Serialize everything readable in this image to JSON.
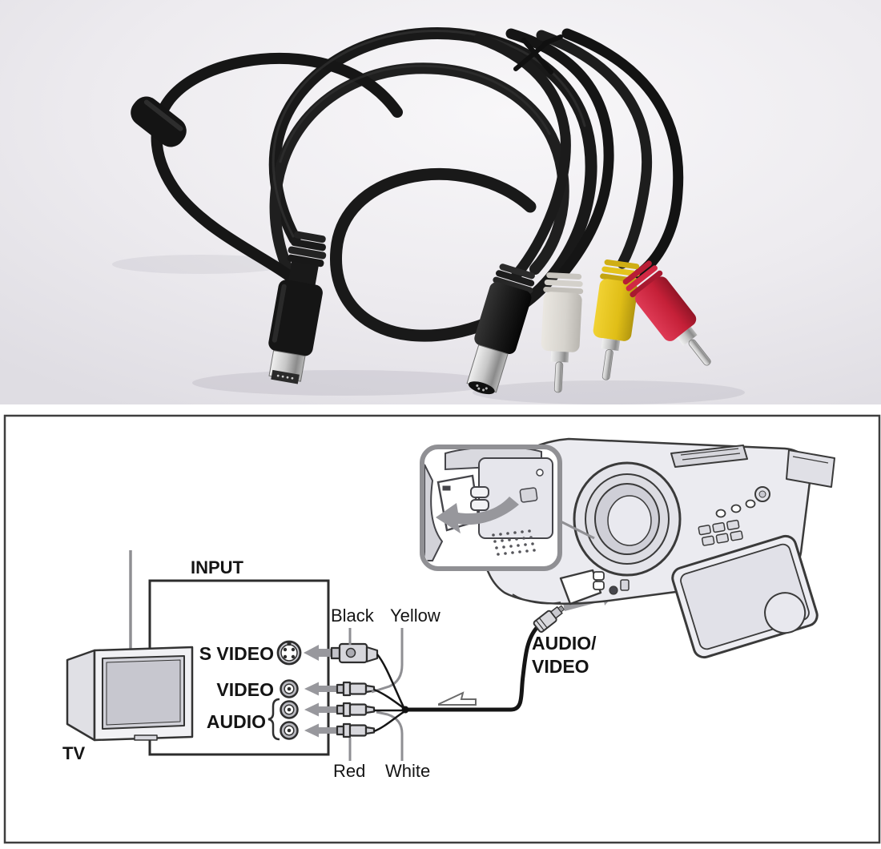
{
  "photo": {
    "alt": "Coiled black AV cable with proprietary camcorder connector and four plugs",
    "background_color": "#edebef",
    "cable_color": "#1a1a1a",
    "plugs": [
      {
        "name": "s-video-plug",
        "color": "#1a1a1a"
      },
      {
        "name": "white-audio-plug",
        "color": "#d9d6d0"
      },
      {
        "name": "yellow-video-plug",
        "color": "#e5c41e"
      },
      {
        "name": "red-audio-plug",
        "color": "#ce2137"
      }
    ]
  },
  "diagram": {
    "border_color": "#3e3e3e",
    "accent_gray": "#9a9a9e",
    "input_label": "INPUT",
    "jack_labels": {
      "s_video": "S VIDEO",
      "video": "VIDEO",
      "audio": "AUDIO"
    },
    "plug_labels": {
      "black": "Black",
      "yellow": "Yellow",
      "red": "Red",
      "white": "White"
    },
    "tv_label": "TV",
    "av_jack_label_line1": "AUDIO/",
    "av_jack_label_line2": "VIDEO"
  }
}
